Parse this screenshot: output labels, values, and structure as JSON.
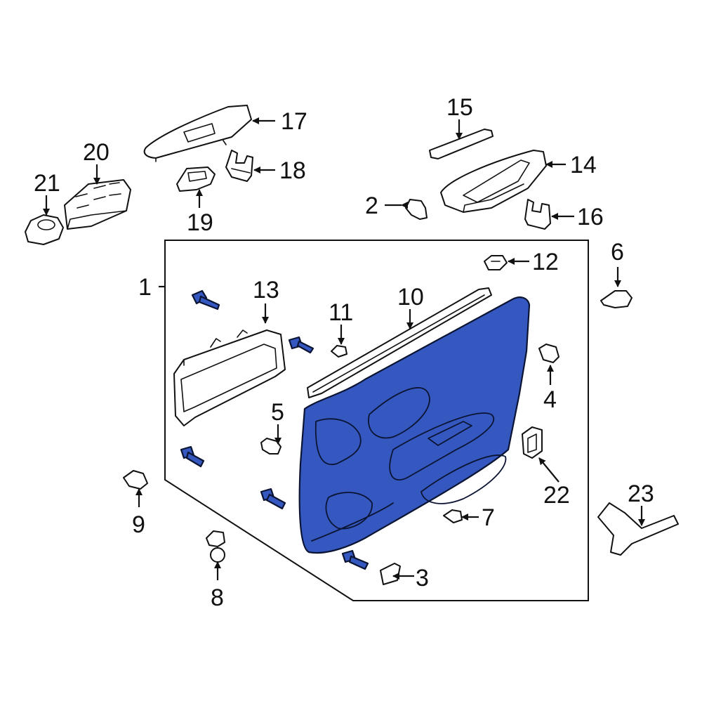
{
  "diagram": {
    "accent_color": "#3558c0",
    "callouts": [
      {
        "id": "1",
        "label": "1"
      },
      {
        "id": "2",
        "label": "2"
      },
      {
        "id": "3",
        "label": "3"
      },
      {
        "id": "4",
        "label": "4"
      },
      {
        "id": "5",
        "label": "5"
      },
      {
        "id": "6",
        "label": "6"
      },
      {
        "id": "7",
        "label": "7"
      },
      {
        "id": "8",
        "label": "8"
      },
      {
        "id": "9",
        "label": "9"
      },
      {
        "id": "10",
        "label": "10"
      },
      {
        "id": "11",
        "label": "11"
      },
      {
        "id": "12",
        "label": "12"
      },
      {
        "id": "13",
        "label": "13"
      },
      {
        "id": "14",
        "label": "14"
      },
      {
        "id": "15",
        "label": "15"
      },
      {
        "id": "16",
        "label": "16"
      },
      {
        "id": "17",
        "label": "17"
      },
      {
        "id": "18",
        "label": "18"
      },
      {
        "id": "19",
        "label": "19"
      },
      {
        "id": "20",
        "label": "20"
      },
      {
        "id": "21",
        "label": "21"
      },
      {
        "id": "22",
        "label": "22"
      },
      {
        "id": "23",
        "label": "23"
      }
    ]
  }
}
